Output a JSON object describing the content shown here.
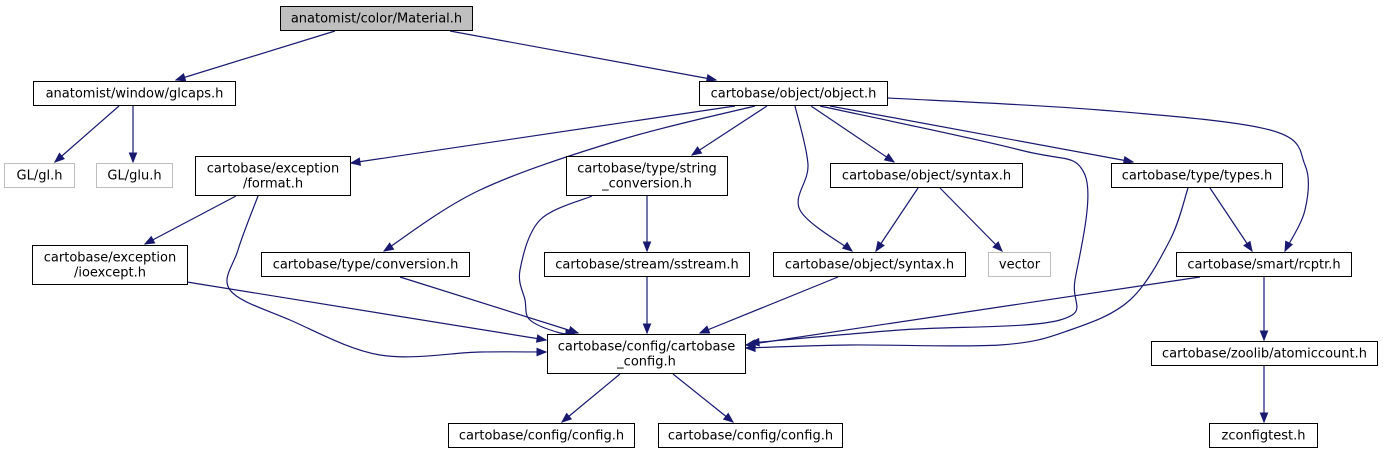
{
  "colors": {
    "edge": "#191970",
    "root_fill": "#bfbfbf",
    "external_border": "#bfbfbf",
    "node_border": "#000000"
  },
  "nodes": {
    "material": {
      "lines": [
        "anatomist/color/Material.h"
      ],
      "kind": "root"
    },
    "glcaps": {
      "lines": [
        "anatomist/window/glcaps.h"
      ],
      "kind": "normal"
    },
    "object": {
      "lines": [
        "cartobase/object/object.h"
      ],
      "kind": "normal"
    },
    "gl": {
      "lines": [
        "GL/gl.h"
      ],
      "kind": "external"
    },
    "glu": {
      "lines": [
        "GL/glu.h"
      ],
      "kind": "external"
    },
    "format": {
      "lines": [
        "cartobase/exception",
        "/format.h"
      ],
      "kind": "normal"
    },
    "string_conversion": {
      "lines": [
        "cartobase/type/string",
        "_conversion.h"
      ],
      "kind": "normal"
    },
    "syntax_upper": {
      "lines": [
        "cartobase/object/syntax.h"
      ],
      "kind": "normal"
    },
    "types": {
      "lines": [
        "cartobase/type/types.h"
      ],
      "kind": "normal"
    },
    "ioexcept": {
      "lines": [
        "cartobase/exception",
        "/ioexcept.h"
      ],
      "kind": "normal"
    },
    "conversion": {
      "lines": [
        "cartobase/type/conversion.h"
      ],
      "kind": "normal"
    },
    "sstream": {
      "lines": [
        "cartobase/stream/sstream.h"
      ],
      "kind": "normal"
    },
    "syntax_lower": {
      "lines": [
        "cartobase/object/syntax.h"
      ],
      "kind": "normal"
    },
    "vector": {
      "lines": [
        "vector"
      ],
      "kind": "external"
    },
    "rcptr": {
      "lines": [
        "cartobase/smart/rcptr.h"
      ],
      "kind": "normal"
    },
    "cartobase_config": {
      "lines": [
        "cartobase/config/cartobase",
        "_config.h"
      ],
      "kind": "normal"
    },
    "atomiccount": {
      "lines": [
        "cartobase/zoolib/atomiccount.h"
      ],
      "kind": "normal"
    },
    "config_left": {
      "lines": [
        "cartobase/config/config.h"
      ],
      "kind": "normal"
    },
    "config_right": {
      "lines": [
        "cartobase/config/config.h"
      ],
      "kind": "normal"
    },
    "zconfigtest": {
      "lines": [
        "zconfigtest.h"
      ],
      "kind": "normal"
    }
  },
  "edges": [
    [
      "material",
      "glcaps"
    ],
    [
      "material",
      "object"
    ],
    [
      "glcaps",
      "gl"
    ],
    [
      "glcaps",
      "glu"
    ],
    [
      "object",
      "format"
    ],
    [
      "object",
      "conversion"
    ],
    [
      "object",
      "string_conversion"
    ],
    [
      "object",
      "syntax_lower"
    ],
    [
      "object",
      "syntax_upper"
    ],
    [
      "object",
      "cartobase_config"
    ],
    [
      "object",
      "types"
    ],
    [
      "object",
      "rcptr"
    ],
    [
      "format",
      "ioexcept"
    ],
    [
      "format",
      "cartobase_config"
    ],
    [
      "string_conversion",
      "cartobase_config"
    ],
    [
      "string_conversion",
      "sstream"
    ],
    [
      "syntax_upper",
      "syntax_lower"
    ],
    [
      "syntax_upper",
      "vector"
    ],
    [
      "types",
      "cartobase_config"
    ],
    [
      "types",
      "rcptr"
    ],
    [
      "ioexcept",
      "cartobase_config"
    ],
    [
      "conversion",
      "cartobase_config"
    ],
    [
      "sstream",
      "cartobase_config"
    ],
    [
      "syntax_lower",
      "cartobase_config"
    ],
    [
      "rcptr",
      "cartobase_config"
    ],
    [
      "rcptr",
      "atomiccount"
    ],
    [
      "cartobase_config",
      "config_left"
    ],
    [
      "cartobase_config",
      "config_right"
    ],
    [
      "atomiccount",
      "zconfigtest"
    ]
  ]
}
